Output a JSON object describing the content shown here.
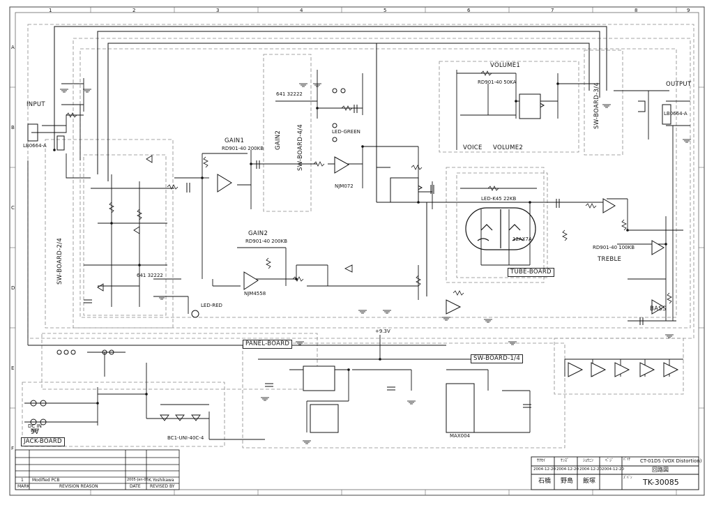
{
  "sections": {
    "input": "INPUT",
    "output": "OUTPUT",
    "gain1": "GAIN1",
    "gain2": "GAIN2",
    "gain_vertical": "GAIN2",
    "volume1": "VOLUME1",
    "volume2": "VOLUME2",
    "voice": "VOICE",
    "treble": "TREBLE",
    "bass": "BASS",
    "tube_board": "TUBE-BOARD",
    "panel_board": "PANEL-BOARD",
    "jack_board": "JACK-BOARD",
    "sw_board_1_4": "SW-BOARD-1/4",
    "sw_board_2_4": "SW-BOARD-2/4",
    "sw_board_3_4": "SW-BOARD-3/4",
    "sw_board_4_4": "SW-BOARD-4/4",
    "dc_in": "DC IN",
    "dc_voltage": "9V",
    "supply_rail": "+9.3V"
  },
  "components": {
    "gain1_pot": "RD901-40 200KB",
    "gain2_pot": "RD901-40 200KB",
    "vr_tube": "LED-K45 22KB",
    "tube": "12AX7A",
    "volume_pot": "RD901-40 50KA",
    "vr5_pot": "RD901-40 100KB",
    "input_jack": "LB0664-A",
    "output_jack": "LB0664-A",
    "switch": "641 32222",
    "ic_reg": "NJM4558",
    "u2": "NJM072",
    "ic_max": "MAX004",
    "bc_sw": "BC1-UNI-40C-4",
    "led_red": "LED-RED",
    "led_green": "LED-GREEN"
  },
  "revision_table": {
    "row_number": "1",
    "row_reason": "Modified PCB",
    "row_date": "2005-Jan-06",
    "row_by": "K.Yoshikawa",
    "header_mark": "MARK",
    "header_reason": "REVISION REASON",
    "header_date": "DATE",
    "header_revised": "REVISED BY"
  },
  "title_block": {
    "col1_head": "ｻｸｾｲ",
    "col2_head": "ｹﾝｽﾞ",
    "col3_head": "ｼｮｳﾆﾝ",
    "col4_head": "ﾍﾟｼﾞ",
    "date1": "2004-12-20",
    "date2": "2004-12-20",
    "date3": "2004-12-20",
    "date4": "2004-12-20",
    "name1": "石橋",
    "name2": "野島",
    "name3": "飯塚",
    "title_label": "ﾊﾞｲﾁ",
    "title": "CT-01DS (VOX Distortion)",
    "subtitle": "回路図",
    "number_label": "ｽﾞﾊﾞﾝ",
    "drawing_number": "TK-30085"
  },
  "grid": {
    "columns": [
      "1",
      "2",
      "3",
      "4",
      "5",
      "6",
      "7",
      "8",
      "9"
    ],
    "rows": [
      "A",
      "B",
      "C",
      "D",
      "E",
      "F"
    ]
  }
}
